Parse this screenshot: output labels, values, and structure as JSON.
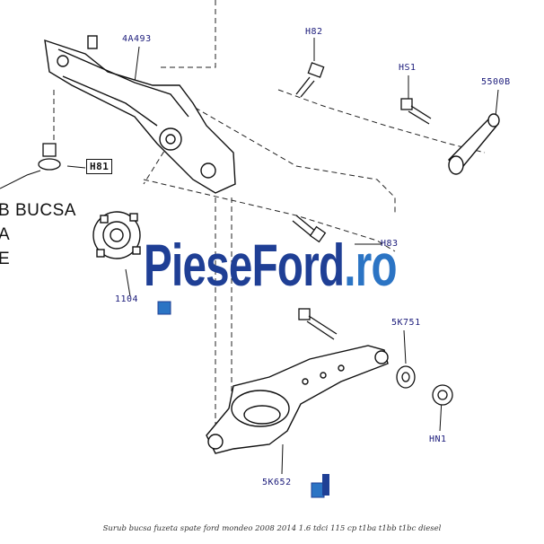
{
  "diagram": {
    "labels": {
      "part_4a493": "4A493",
      "part_h82": "H82",
      "part_hs1": "HS1",
      "part_5500b": "5500B",
      "part_h81": "H81",
      "part_h83": "H83",
      "part_1104": "1104",
      "part_5k751": "5K751",
      "part_hn1": "HN1",
      "part_5k652": "5K652"
    },
    "left_text": [
      "B BUCSA",
      "A",
      "E"
    ]
  },
  "watermark": {
    "part1": "PieseFord",
    "part2": ".ro",
    "color_dark": "#1f3f95",
    "color_light": "#2b74c4"
  },
  "caption": "Surub bucsa fuzeta spate ford mondeo 2008 2014 1.6 tdci 115 cp t1ba t1bb t1bc diesel"
}
